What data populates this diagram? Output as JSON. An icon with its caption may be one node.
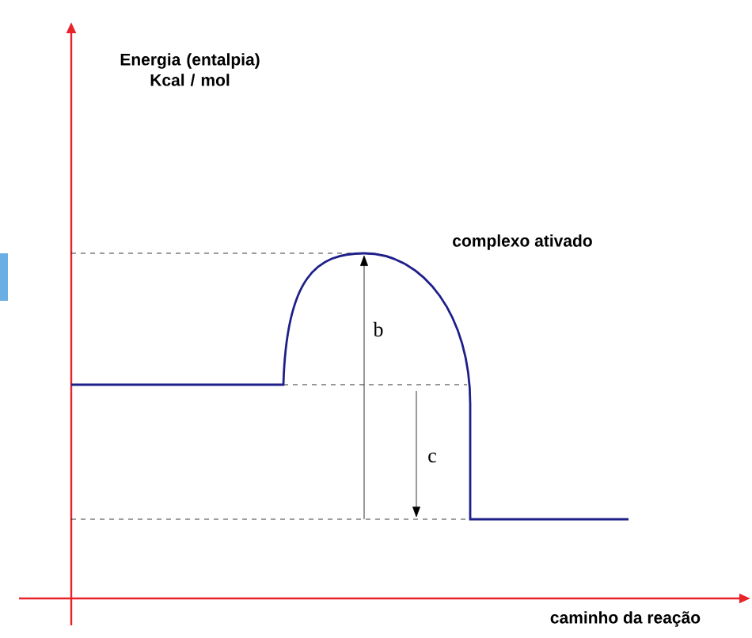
{
  "diagram": {
    "labels": [
      "Energia (entalpia) Kcal / mol",
      "complexo ativado",
      "b",
      "c",
      "caminho da reação"
    ]
  }
}
